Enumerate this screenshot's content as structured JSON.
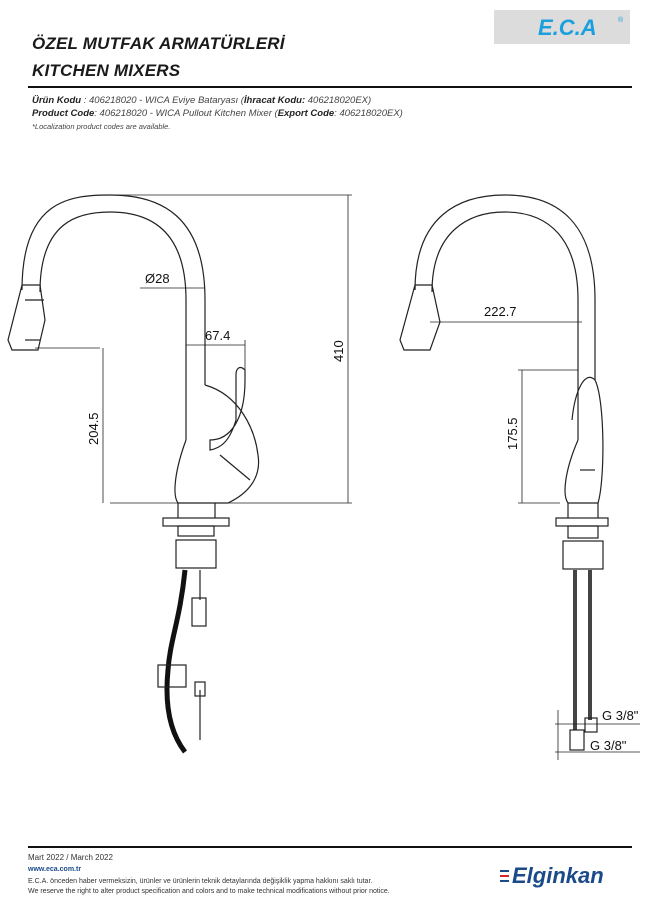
{
  "header": {
    "title_tr": "ÖZEL MUTFAK ARMATÜRLERİ",
    "title_en": "KITCHEN MIXERS",
    "brand_logo": "E.C.A."
  },
  "product": {
    "tr_label": "Ürün Kodu",
    "tr_text": " : 406218020 - WICA Eviye Bataryası (",
    "tr_export_label": "İhracat Kodu:",
    "tr_export_code": " 406218020EX)",
    "en_label": "Product Code",
    "en_text": ": 406218020 - WICA Pullout Kitchen Mixer (",
    "en_export_label": "Export Code",
    "en_export_code": ": 406218020EX)",
    "note": "*Localization product codes are available."
  },
  "dimensions": {
    "diameter": "Ø28",
    "reach_handle": "67.4",
    "height_total": "410",
    "height_spout_left": "204.5",
    "reach_spout": "222.7",
    "height_spout_right": "175.5",
    "thread_1": "G 3/8\"",
    "thread_2": "G 3/8\""
  },
  "footer": {
    "date": "Mart 2022 / March 2022",
    "website": "www.eca.com.tr",
    "disclaimer_tr": "E.C.A. önceden haber vermeksizin, ürünler ve ürünlerin teknik detaylarında değişiklik yapma hakkını saklı tutar.",
    "disclaimer_en": "We reserve the right to alter product specification and colors and to make technical modifications without prior notice.",
    "brand": "Elginkan"
  },
  "colors": {
    "eca_blue": "#1aa0dc",
    "elginkan_blue": "#1b4a8a",
    "elginkan_red": "#d9262b"
  }
}
